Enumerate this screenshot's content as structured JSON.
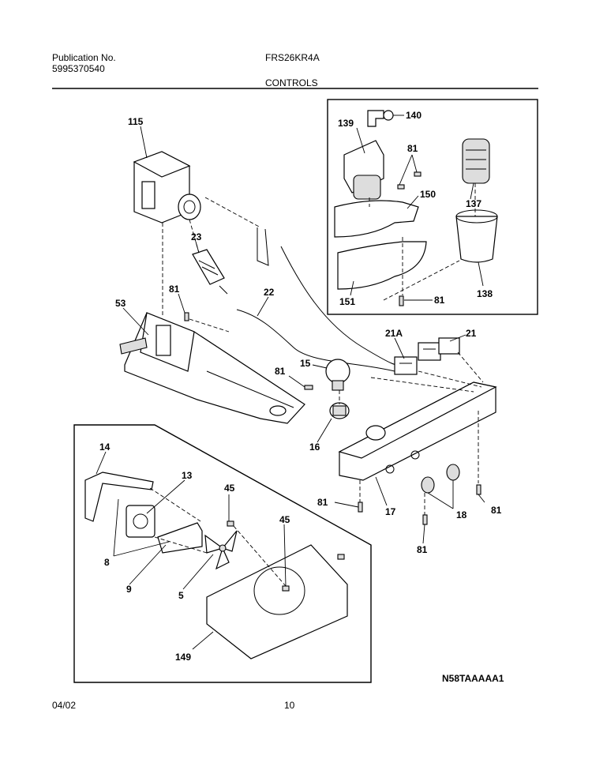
{
  "header": {
    "publication_label": "Publication No.",
    "publication_number": "5995370540",
    "model": "FRS26KR4A",
    "section_title": "CONTROLS"
  },
  "footer": {
    "date": "04/02",
    "page_number": "10",
    "diagram_code": "N58TAAAAA1"
  },
  "callouts": {
    "c115": "115",
    "c23": "23",
    "c53": "53",
    "c81a": "81",
    "c22": "22",
    "c81b": "81",
    "c15": "15",
    "c16": "16",
    "c21a": "21A",
    "c21": "21",
    "c17": "17",
    "c18": "18",
    "c81c": "81",
    "c81d": "81",
    "c81e": "81",
    "c139": "139",
    "c140": "140",
    "c81f": "81",
    "c137": "137",
    "c150": "150",
    "c151": "151",
    "c81g": "81",
    "c138": "138",
    "c14": "14",
    "c13": "13",
    "c45a": "45",
    "c45b": "45",
    "c8": "8",
    "c9": "9",
    "c5": "5",
    "c149": "149"
  }
}
